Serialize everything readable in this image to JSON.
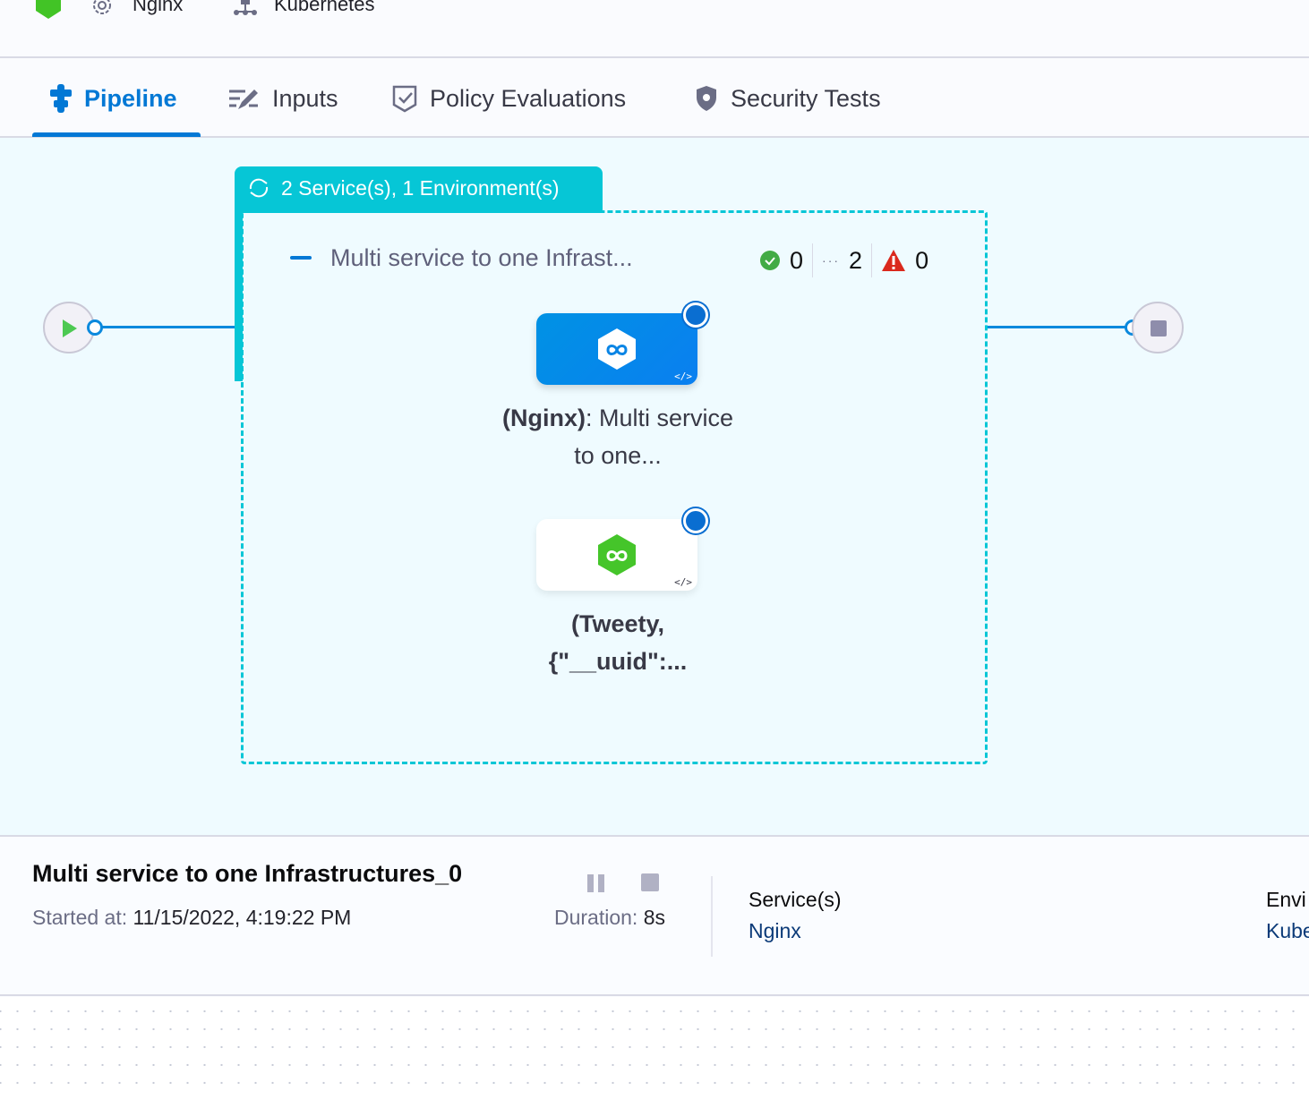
{
  "topbar": {
    "service": "Nginx",
    "environment": "Kubernetes"
  },
  "tabs": [
    {
      "label": "Pipeline",
      "icon": "pipeline-icon",
      "active": true
    },
    {
      "label": "Inputs",
      "icon": "inputs-icon"
    },
    {
      "label": "Policy Evaluations",
      "icon": "policy-shield-check-icon"
    },
    {
      "label": "Security Tests",
      "icon": "security-shield-icon"
    }
  ],
  "canvas": {
    "group_header": "2 Service(s), 1 Environment(s)",
    "stage_title": "Multi service to one Infrast...",
    "counts": {
      "success": "0",
      "running": "2",
      "failed": "0"
    },
    "nodes": [
      {
        "label_bold": "(Nginx)",
        "label_rest": ": Multi service to one...",
        "selected": true
      },
      {
        "label_bold": "(Tweety, {\"__uuid\":...",
        "label_rest": ""
      }
    ],
    "colors": {
      "accent": "#0278d5",
      "group": "#06c6d6",
      "success": "#42ab45",
      "error": "#da291d"
    }
  },
  "footer": {
    "title": "Multi service to one Infrastructures_0",
    "started_label": "Started at:",
    "started_value": "11/15/2022, 4:19:22 PM",
    "duration_label": "Duration:",
    "duration_value": "8s",
    "services_label": "Service(s)",
    "services_value": "Nginx",
    "env_label": "Envi",
    "env_value": "Kube"
  }
}
